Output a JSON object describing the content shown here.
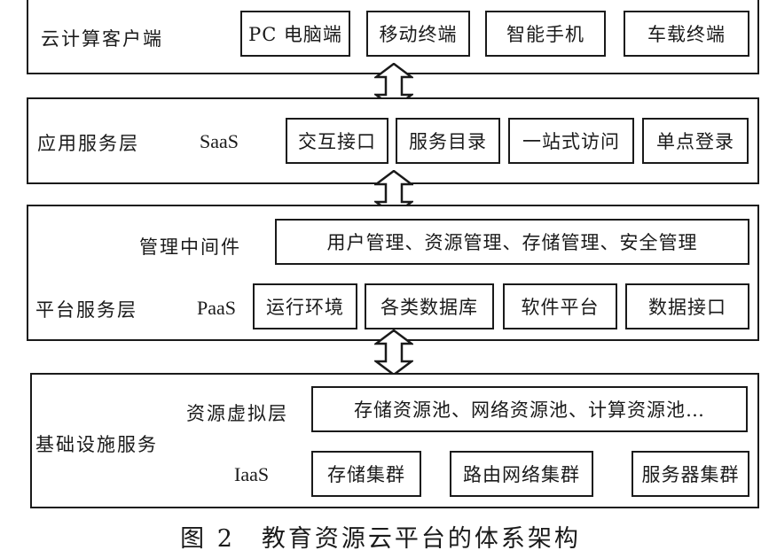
{
  "client_layer": {
    "title": "云计算客户端",
    "items": [
      "PC 电脑端",
      "移动终端",
      "智能手机",
      "车载终端"
    ]
  },
  "saas_layer": {
    "title": "应用服务层",
    "abbr": "SaaS",
    "items": [
      "交互接口",
      "服务目录",
      "一站式访问",
      "单点登录"
    ]
  },
  "paas_layer": {
    "middleware_label": "管理中间件",
    "middleware_content": "用户管理、资源管理、存储管理、安全管理",
    "title": "平台服务层",
    "abbr": "PaaS",
    "items": [
      "运行环境",
      "各类数据库",
      "软件平台",
      "数据接口"
    ]
  },
  "iaas_layer": {
    "virtual_label": "资源虚拟层",
    "virtual_content": "存储资源池、网络资源池、计算资源池…",
    "title": "基础设施服务",
    "abbr": "IaaS",
    "items": [
      "存储集群",
      "路由网络集群",
      "服务器集群"
    ]
  },
  "caption": "图 2　教育资源云平台的体系架构"
}
